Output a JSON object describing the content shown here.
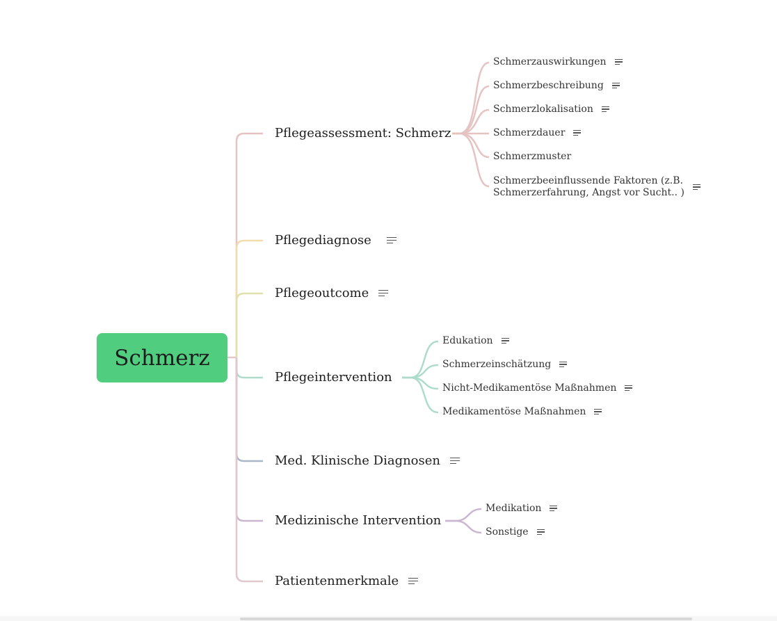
{
  "colors": {
    "root_bg": "#50cd7f",
    "pink": "#e6c3c3",
    "yellow": "#f0dcac",
    "lime": "#dfe2ae",
    "teal": "#aedccb",
    "blue": "#aab7c9",
    "purple": "#c9b6d0",
    "rose": "#e2c7cc"
  },
  "root": {
    "label": "Schmerz"
  },
  "branches": [
    {
      "label": "Pflegeassessment: Schmerz",
      "has_note": false,
      "children": [
        {
          "label": "Schmerzauswirkungen",
          "has_note": true
        },
        {
          "label": "Schmerzbeschreibung",
          "has_note": true
        },
        {
          "label": "Schmerzlokalisation",
          "has_note": true
        },
        {
          "label": "Schmerzdauer",
          "has_note": true
        },
        {
          "label": "Schmerzmuster",
          "has_note": false
        },
        {
          "label_line1": "Schmerzbeeinflussende Faktoren (z.B.",
          "label_line2": "Schmerzerfahrung, Angst vor Sucht.. )",
          "has_note": true
        }
      ]
    },
    {
      "label": "Pflegediagnose",
      "has_note": true,
      "children": []
    },
    {
      "label": "Pflegeoutcome",
      "has_note": true,
      "children": []
    },
    {
      "label": "Pflegeintervention",
      "has_note": false,
      "children": [
        {
          "label": "Edukation",
          "has_note": true
        },
        {
          "label": "Schmerzeinschätzung",
          "has_note": true
        },
        {
          "label": "Nicht-Medikamentöse Maßnahmen",
          "has_note": true
        },
        {
          "label": "Medikamentöse Maßnahmen",
          "has_note": true
        }
      ]
    },
    {
      "label": "Med. Klinische Diagnosen",
      "has_note": true,
      "children": []
    },
    {
      "label": "Medizinische Intervention",
      "has_note": false,
      "children": [
        {
          "label": "Medikation",
          "has_note": true
        },
        {
          "label": "Sonstige",
          "has_note": true
        }
      ]
    },
    {
      "label": "Patientenmerkmale",
      "has_note": true,
      "children": []
    }
  ]
}
